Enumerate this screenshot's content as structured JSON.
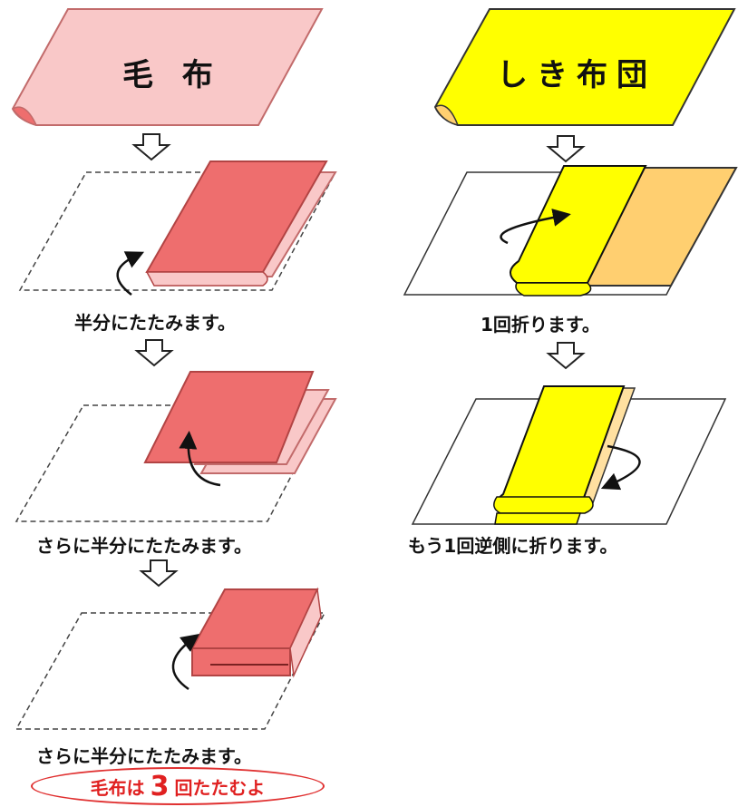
{
  "blanket": {
    "title": "毛 布",
    "step1": "半分にたたみます。",
    "step2": "さらに半分にたたみます。",
    "step3": "さらに半分にたたみます。",
    "note_pre": "毛布は",
    "note_num": "3",
    "note_post": "回たたむよ"
  },
  "futon": {
    "title": "しき布団",
    "step1": "1回折ります。",
    "step2": "もう1回逆側に折ります。"
  },
  "colors": {
    "blanket_light": "#f9c8c8",
    "blanket_main": "#ee6e6e",
    "futon_main": "#ffff00",
    "futon_back": "#ffcf70",
    "note_red": "#e02020"
  }
}
